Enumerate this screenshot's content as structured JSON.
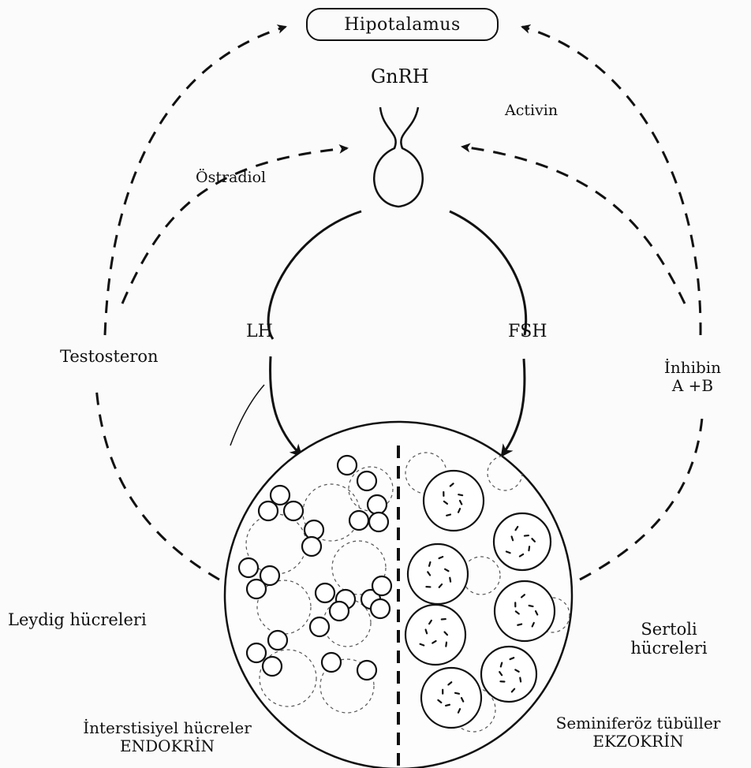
{
  "diagram": {
    "hypothalamus": "Hipotalamus",
    "gnrh": "GnRH",
    "activin": "Activin",
    "estradiol": "Östradiol",
    "lh": "LH",
    "fsh": "FSH",
    "testosterone": "Testosteron",
    "inhibin_line1": "İnhibin",
    "inhibin_line2": "A +B",
    "leydig": "Leydig hücreleri",
    "sertoli_line1": "Sertoli",
    "sertoli_line2": "hücreleri",
    "interstitial": "İnterstisiyel hücreler",
    "endocrine": "ENDOKRİN",
    "seminiferous": "Seminiferöz tübüller",
    "exocrine": "EKZOKRİN"
  }
}
